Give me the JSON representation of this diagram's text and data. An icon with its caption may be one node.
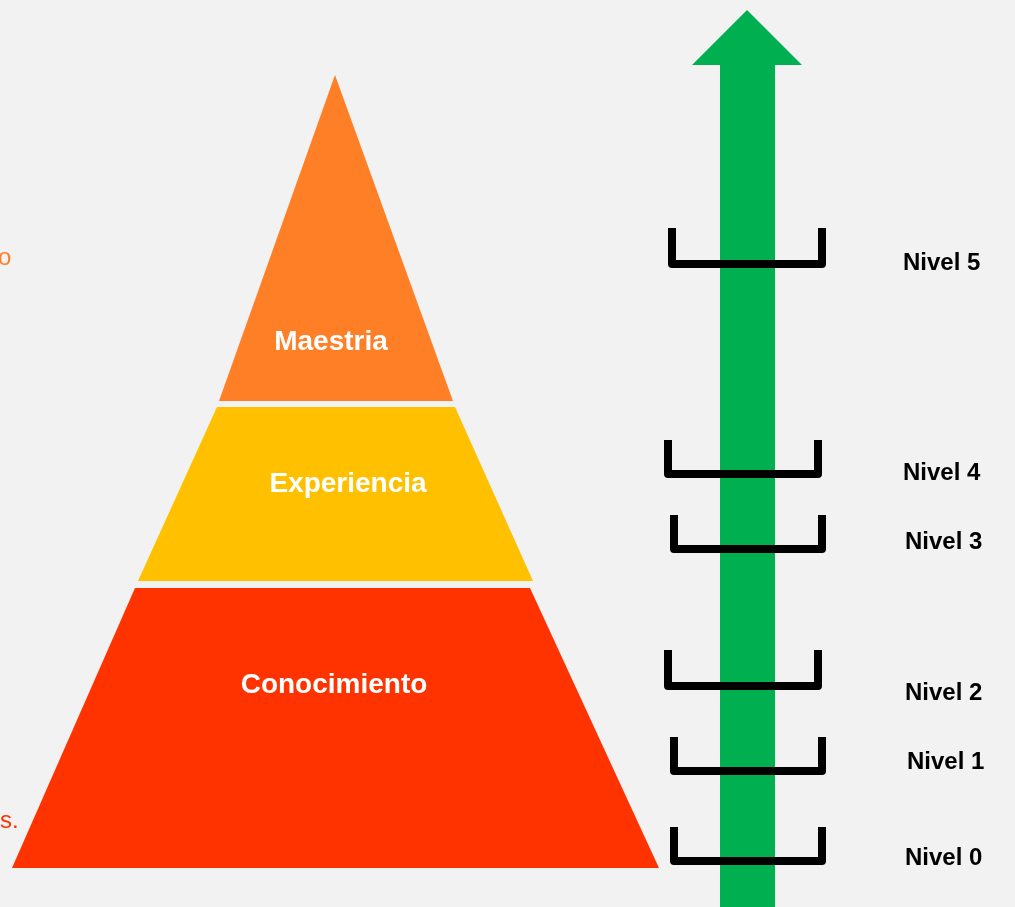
{
  "diagram": {
    "nodes": [
      {
        "text": [
          "Maestria"
        ]
      },
      {
        "text": [
          "Experiencia"
        ]
      },
      {
        "text": [
          "Conocimiento"
        ]
      }
    ],
    "labels": [
      "o",
      "Nivel 5",
      "Nivel 4",
      "Nivel 3",
      "Nivel 2",
      "Nivel 1",
      "s.",
      "Nivel 0"
    ]
  }
}
